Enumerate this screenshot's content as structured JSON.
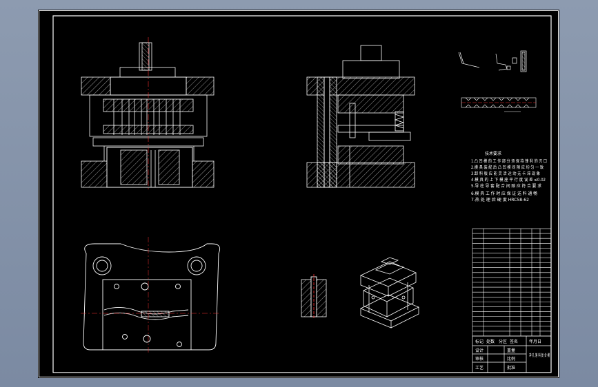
{
  "drawing": {
    "background": "#000000",
    "line_color": "#ffffff",
    "accent_color": "#ff3030"
  },
  "notes": {
    "title": "技术要求",
    "lines": [
      "1.凸 凹 模 的 工 作 部 分 须 保 持 锋 利 的 刃 口",
      "2.模 具 装 配 后 凸 凹 模 间 隙 应 均 匀 一 致",
      "3.卸 料 板 应 能 灵 活 运 动 无 卡 滞 现 象",
      "4.模 具 的 上 下 模 座 平 行 度 误 差 ≤0.02",
      "5.导 柱 导 套 配 合 间 隙 应 符 合 要 求",
      "6.模 具 工 作 时 应 保 证 送 料 通 畅",
      "7.热 处 理 后 硬 度 HRC58-62"
    ]
  },
  "title_block": {
    "h1": "标记",
    "h2": "处数",
    "h3": "分区",
    "h4": "签名",
    "h5": "年月日",
    "weight_label": "重量",
    "scale_label": "比例",
    "design_label": "设计",
    "check_label": "审核",
    "process_label": "工艺",
    "approve_label": "批准",
    "title_text": "冲 孔 落 料 复 合 模"
  }
}
